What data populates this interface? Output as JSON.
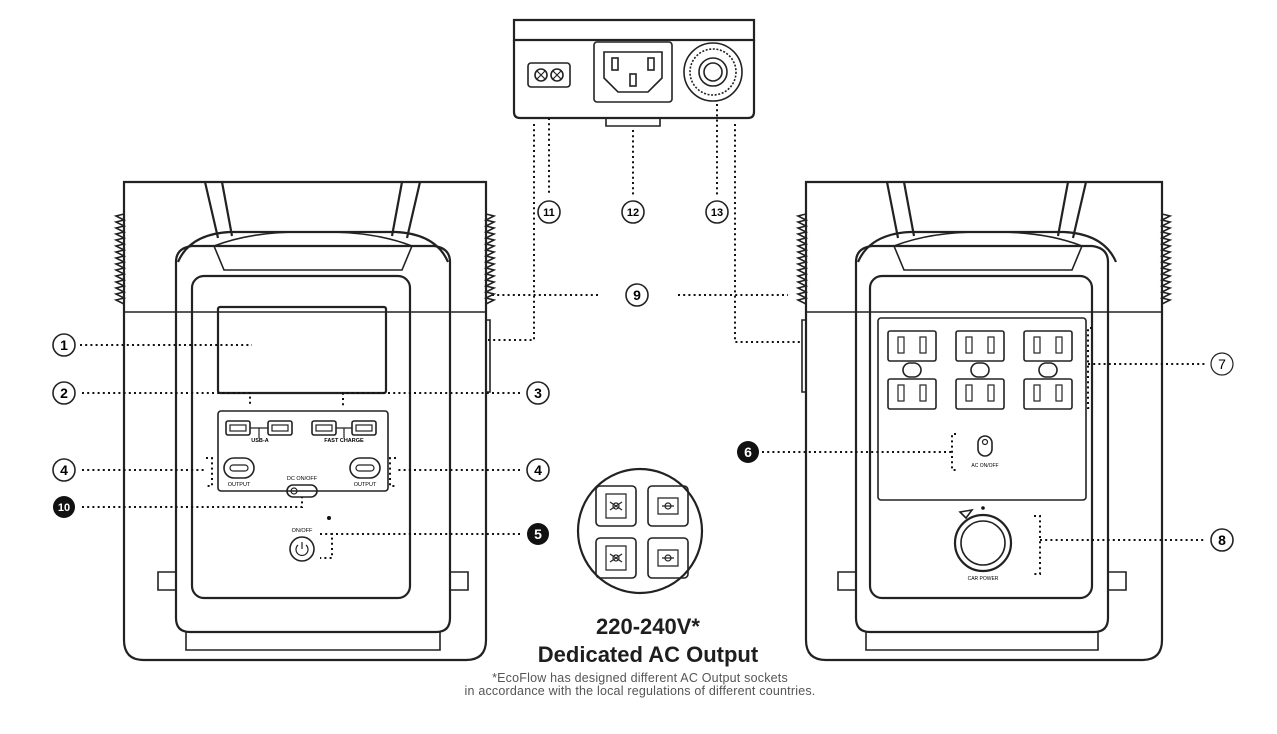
{
  "labels": {
    "usb_a": "USB-A",
    "fast_charge": "FAST CHARGE",
    "output_left": "OUTPUT",
    "output_right": "OUTPUT",
    "dc_on_off": "DC ON/OFF",
    "on_off": "ON/OFF",
    "ac_on_off": "AC ON/OFF",
    "car_power": "CAR POWER"
  },
  "callouts": {
    "c1": "1",
    "c2": "2",
    "c3": "3",
    "c4a": "4",
    "c4b": "4",
    "c5": "5",
    "c6": "6",
    "c7": "7",
    "c8": "8",
    "c9": "9",
    "c10": "10",
    "c11": "11",
    "c12": "12",
    "c13": "13"
  },
  "heading": {
    "voltage": "220-240V*",
    "subtitle": "Dedicated AC Output"
  },
  "footnote": {
    "line1": "*EcoFlow has designed different AC Output sockets",
    "line2": "in accordance with the local regulations of different countries."
  },
  "colors": {
    "stroke": "#222222",
    "callout_fill": "#111111",
    "background": "#ffffff"
  }
}
